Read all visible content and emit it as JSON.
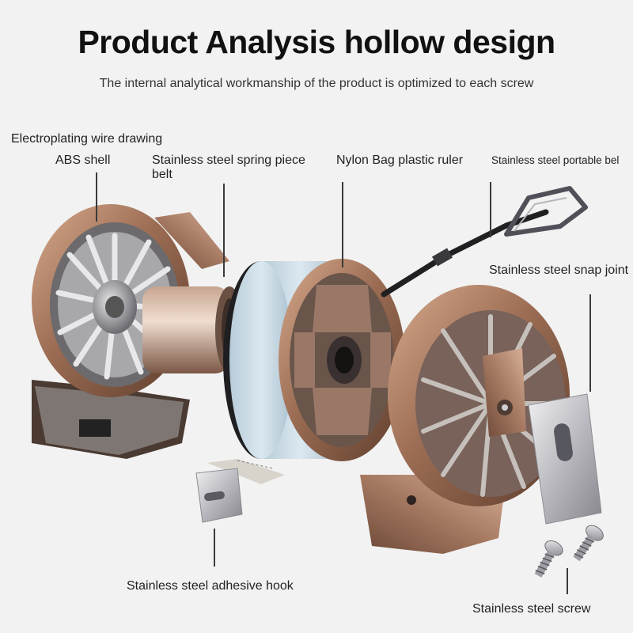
{
  "header": {
    "title": "Product Analysis hollow design",
    "subtitle": "The internal analytical workmanship of the product is optimized to each screw"
  },
  "labels": {
    "electroplating": "Electroplating wire drawing",
    "abs_shell": "ABS shell",
    "spring_piece": "Stainless steel spring piece",
    "belt": "belt",
    "nylon_ruler": "Nylon Bag plastic ruler",
    "portable_belt": "Stainless steel portable bel",
    "snap_joint": "Stainless steel snap joint",
    "adhesive_hook": "Stainless steel adhesive hook",
    "screw": "Stainless steel screw"
  },
  "colors": {
    "background": "#f2f2f2",
    "bronze_dark": "#6e4a36",
    "bronze_light": "#c89a7c",
    "tape_blue": "#c9dbe6",
    "steel": "#c8c8cc"
  }
}
